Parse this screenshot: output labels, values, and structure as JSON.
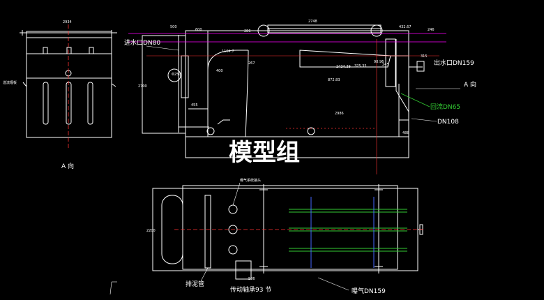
{
  "watermark": "模型组",
  "left_view": {
    "dim_top": "2934",
    "side_label": "溢流堰板",
    "view_label": "A 向"
  },
  "main_view": {
    "dim_2748": "2748",
    "dim_43267": "432.67",
    "dim_246": "246",
    "dim_500": "500",
    "dim_600": "600",
    "dim_286": "286",
    "dim_267": "267",
    "dim_11647": "1164.7",
    "dim_2700": "2700",
    "dim_phi250": "Φ250",
    "dim_400": "400",
    "dim_455": "455",
    "dim_2986": "2986",
    "dim_488": "488",
    "dim_315": "315",
    "dim_245": "245",
    "dim_24439": "2434.39",
    "dim_87283": "872.83",
    "dim_mid": "325.35",
    "dim_96": "98.96",
    "inlet": "进水口DN80",
    "outlet": "出水口DN159",
    "a_dir": "A 向",
    "sludge": "回流DN65",
    "dn108": "DN108"
  },
  "plan_view": {
    "dim_2200": "2200",
    "aeration": "曝气系统接头",
    "pipe_left": "排泥管",
    "pipe_bottom": "传动轴承93 节",
    "pipe_right": "曝气DN159",
    "dim_586": "586"
  },
  "colors": {
    "line": "#ffffff",
    "magenta": "#ff00ff",
    "red": "#ff3333",
    "green": "#33cc33",
    "blue": "#4466ff"
  }
}
